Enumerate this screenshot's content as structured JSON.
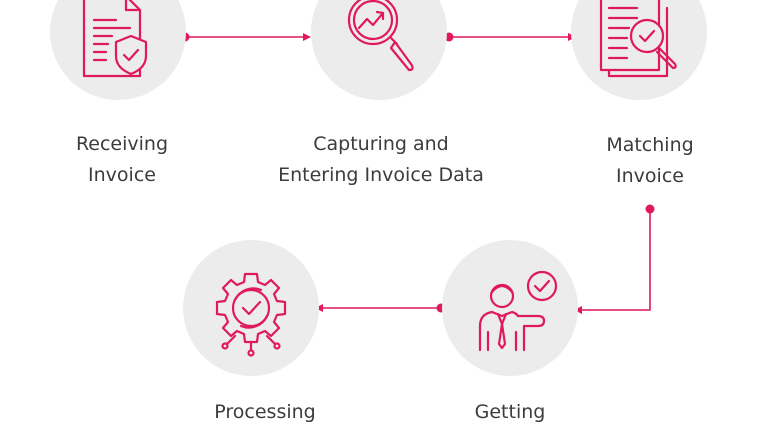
{
  "accent_color": "#e0195a",
  "steps": [
    {
      "line1": "Receiving",
      "line2": "Invoice",
      "icon": "invoice-shield-icon"
    },
    {
      "line1": "Capturing and",
      "line2": "Entering Invoice Data",
      "icon": "magnifier-chart-icon"
    },
    {
      "line1": "Matching",
      "line2": "Invoice",
      "icon": "document-check-magnifier-icon"
    },
    {
      "line1": "Getting",
      "line2": "",
      "icon": "person-approval-icon"
    },
    {
      "line1": "Processing",
      "line2": "",
      "icon": "gear-check-icon"
    }
  ]
}
